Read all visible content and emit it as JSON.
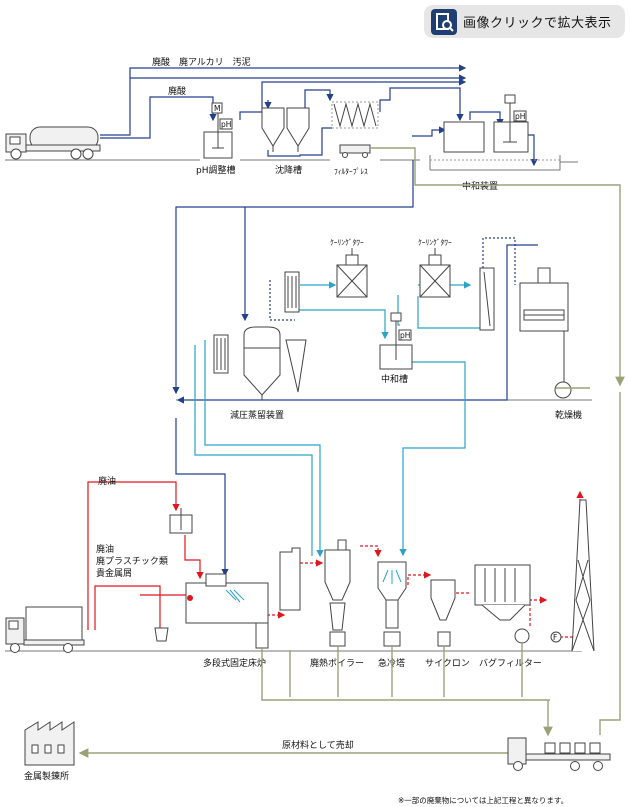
{
  "enlarge_button": {
    "label": "画像クリックで拡大表示"
  },
  "labels": {
    "top_waste": "廃酸　廃アルカリ　汚泥",
    "top_acid": "廃酸",
    "ph_tank": "pH調整槽",
    "settling": "沈降槽",
    "filter_press": "ﾌｨﾙﾀｰﾌﾟﾚｽ",
    "neutralizer": "中和装置",
    "cooling_tower_1": "ｸｰﾘﾝｸﾞﾀﾜｰ",
    "cooling_tower_2": "ｸｰﾘﾝｸﾞﾀﾜｰ",
    "neutral_tank": "中和槽",
    "vacuum_distill": "減圧蒸留装置",
    "dryer": "乾燥機",
    "waste_oil": "廃油",
    "waste_mix_1": "廃油",
    "waste_mix_2": "廃プラスチック類",
    "waste_mix_3": "貴金属屑",
    "furnace": "多段式固定床炉",
    "boiler": "廃熱ボイラー",
    "quench": "急冷塔",
    "cyclone": "サイクロン",
    "bag_filter": "バグフィルター",
    "sale": "原材料として売却",
    "smelter": "金属製錬所",
    "note": "※一部の廃棄物については上記工程と異なります。",
    "tag_m": "M",
    "tag_ph": "pH",
    "tag_ph2": "pH",
    "tag_ph3": "pH",
    "tag_f": "F"
  }
}
